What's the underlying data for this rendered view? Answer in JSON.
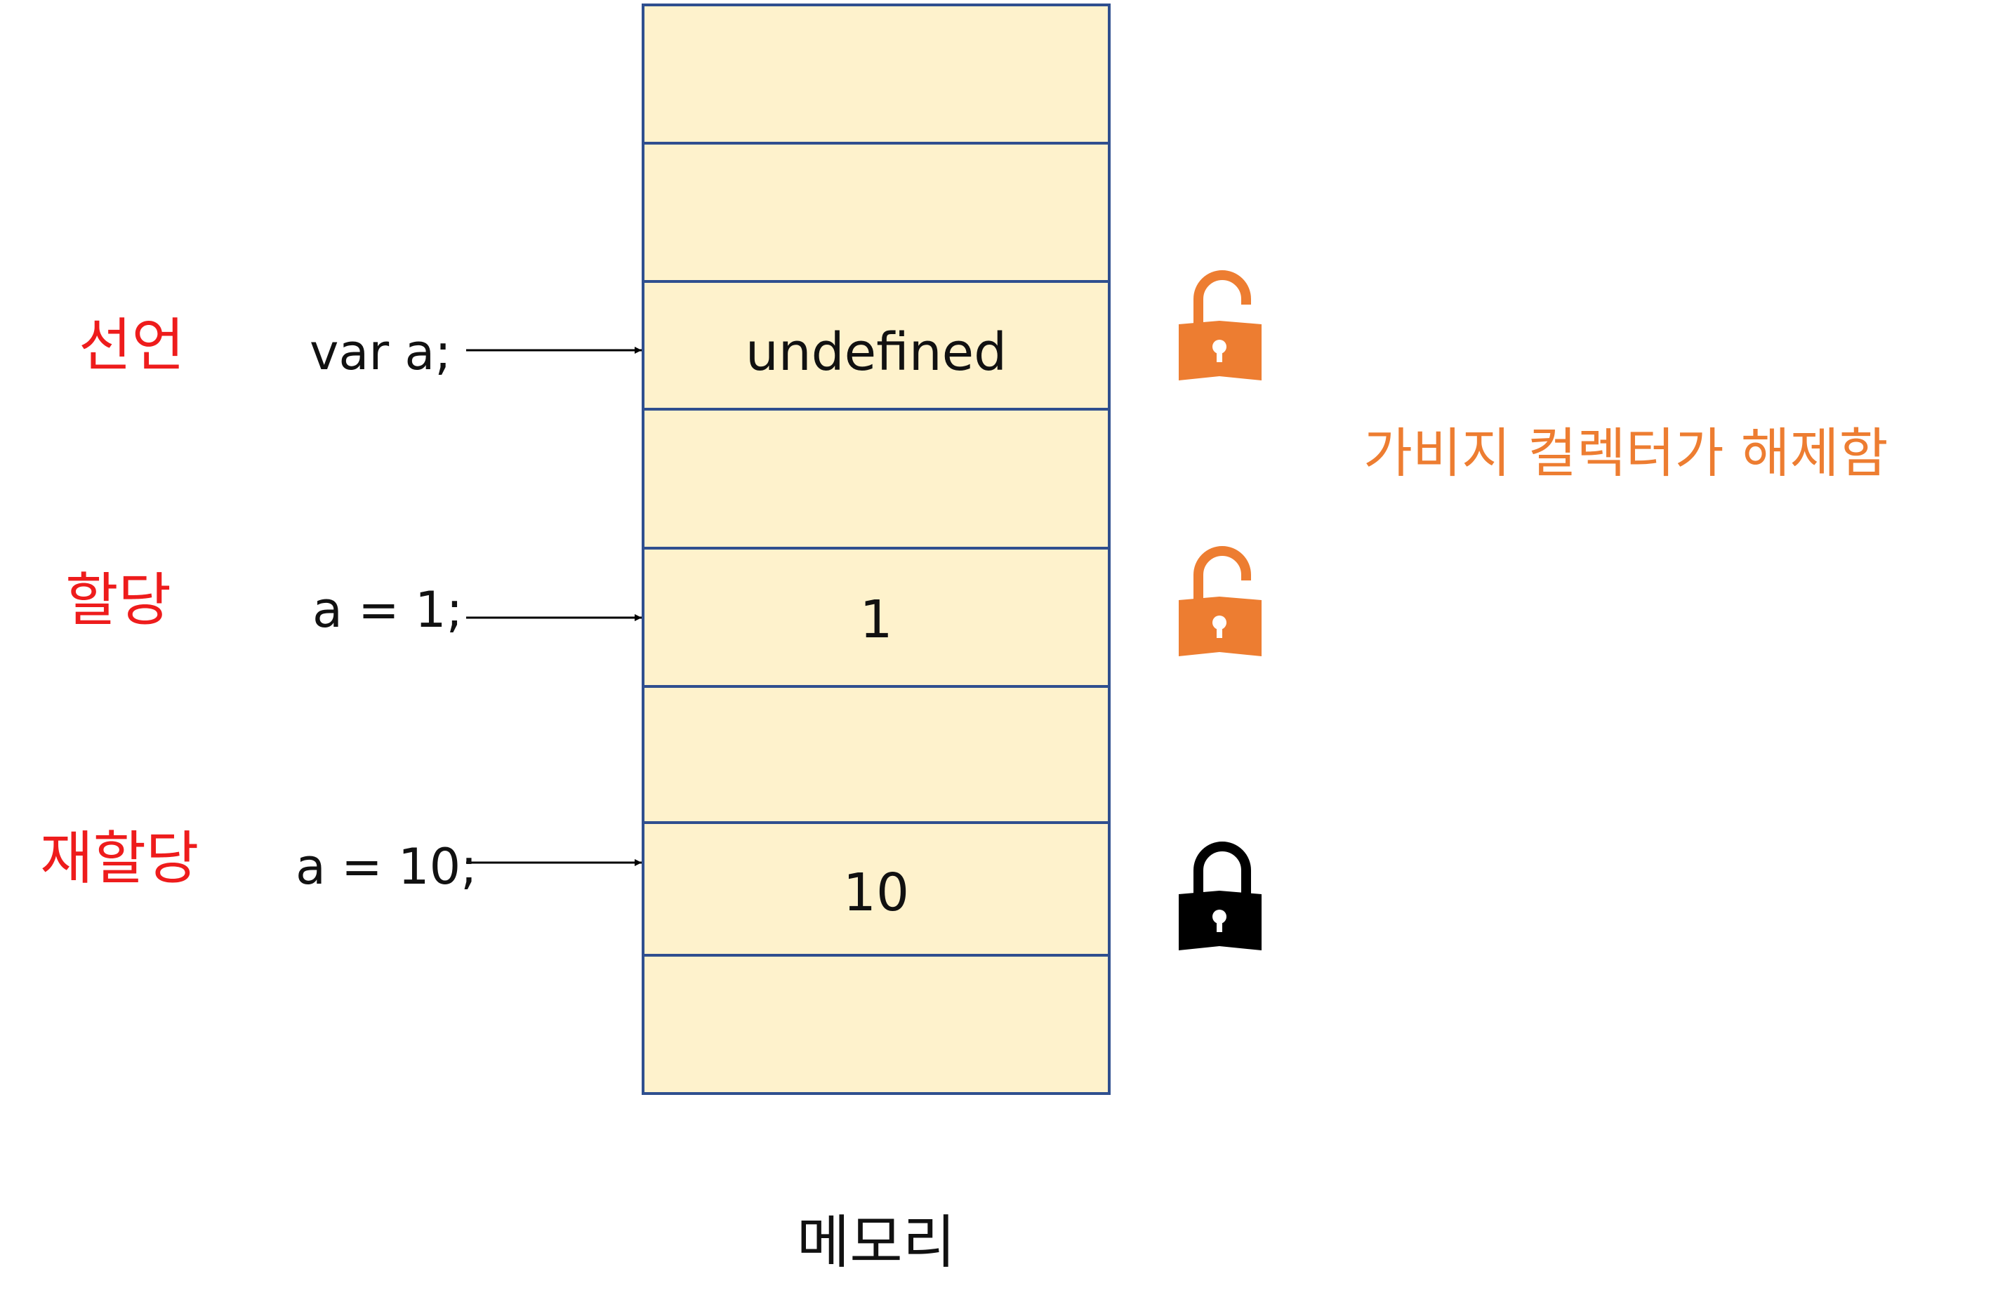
{
  "colors": {
    "cell_fill": "#fef2cc",
    "cell_border": "#2f4f8f",
    "phase_text": "#ee1c1c",
    "unlocked_lock": "#ed7d31",
    "locked_lock": "#000000",
    "note_text": "#ed7d31",
    "arrow": "#000000"
  },
  "memory": {
    "caption": "메모리",
    "cells": [
      "",
      "",
      "undefined",
      "",
      "1",
      "",
      "10",
      ""
    ]
  },
  "steps": [
    {
      "phase": "선언",
      "code": "var a;",
      "target_cell": 2,
      "lock": "unlocked-lock-icon"
    },
    {
      "phase": "할당",
      "code": "a = 1;",
      "target_cell": 4,
      "lock": "unlocked-lock-icon"
    },
    {
      "phase": "재할당",
      "code": "a = 10;",
      "target_cell": 6,
      "lock": "locked-lock-icon"
    }
  ],
  "gc_note": "가비지 컬렉터가 해제함"
}
